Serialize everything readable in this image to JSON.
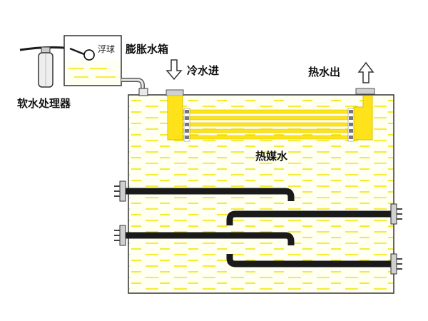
{
  "labels": {
    "float": "浮球",
    "expansion_tank": "膨胀水箱",
    "cold_water_in": "冷水进",
    "hot_water_out": "热水出",
    "softener": "软水处理器",
    "heat_medium_water": "热媒水"
  },
  "colors": {
    "water_fill": "#fffff2",
    "water_dash": "#f2e600",
    "exchanger_yellow": "#ffe31a",
    "pipe": "#1a1a1a",
    "outline": "#333333",
    "flange": "#d0d0d0"
  },
  "icons": {
    "inlet_arrow": "arrow-down-icon",
    "outlet_arrow": "arrow-up-icon"
  }
}
